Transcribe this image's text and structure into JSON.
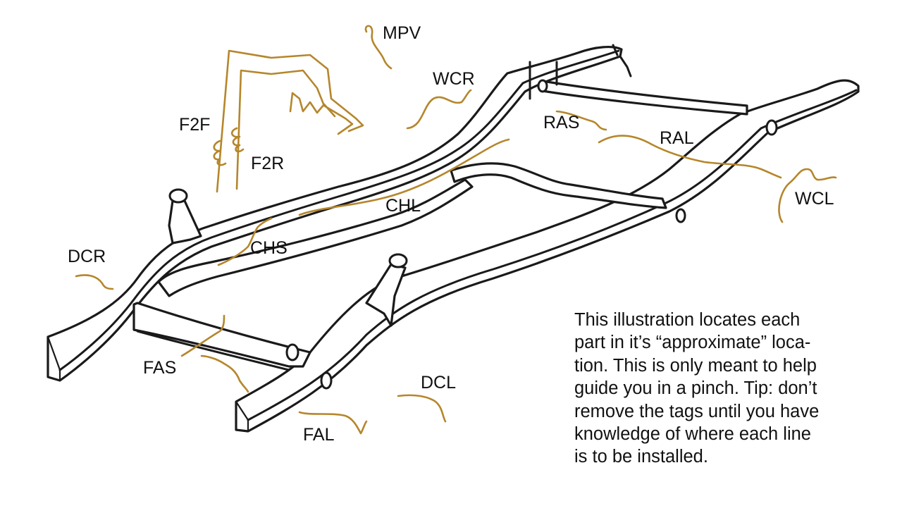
{
  "colors": {
    "line": "#1a1a1a",
    "tubing": "#b5862b",
    "text": "#111111",
    "background": "#ffffff"
  },
  "labels": {
    "mpv": "MPV",
    "wcr": "WCR",
    "f2f": "F2F",
    "f2r": "F2R",
    "ras": "RAS",
    "ral": "RAL",
    "chl": "CHL",
    "wcl": "WCL",
    "chs": "CHS",
    "dcr": "DCR",
    "fas": "FAS",
    "dcl": "DCL",
    "fal": "FAL"
  },
  "note": {
    "lines": [
      "This illustration locates each",
      "part in it’s “approximate” loca-",
      "tion. This is only meant to help",
      "guide you in a pinch. Tip: don’t",
      "remove the tags until you have",
      "knowledge of where each line",
      "is to be installed."
    ]
  }
}
